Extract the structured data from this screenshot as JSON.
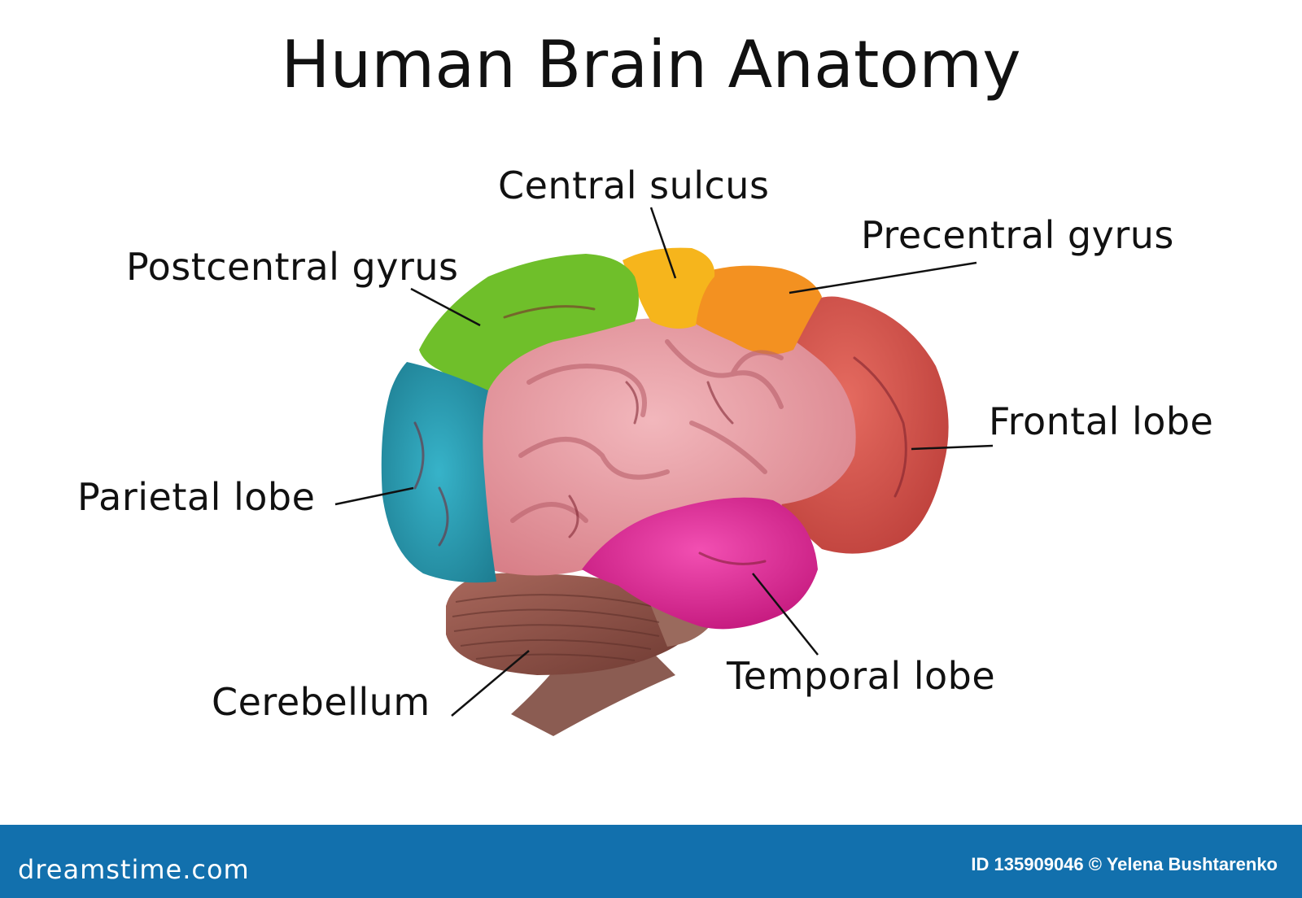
{
  "title": "Human Brain Anatomy",
  "labels": {
    "central_sulcus": "Central sulcus",
    "precentral_gyrus": "Precentral gyrus",
    "postcentral_gyrus": "Postcentral gyrus",
    "frontal_lobe": "Frontal lobe",
    "parietal_lobe": "Parietal lobe",
    "temporal_lobe": "Temporal lobe",
    "cerebellum": "Cerebellum"
  },
  "footer": {
    "logo": "dreamstime.com",
    "credit": "ID 135909046 © Yelena Bushtarenko"
  },
  "colors": {
    "footer_bar": "#1270ad",
    "frontal_lobe": "#d9544b",
    "precentral_gyrus": "#f39121",
    "central_sulcus": "#f6b51c",
    "postcentral_gyrus": "#6fbf2a",
    "parietal_lobe": "#2ea0b6",
    "temporal_lobe": "#e8279a",
    "cortex": "#e59aa0",
    "cerebellum": "#8c4f44",
    "brainstem": "#8a5a50"
  }
}
